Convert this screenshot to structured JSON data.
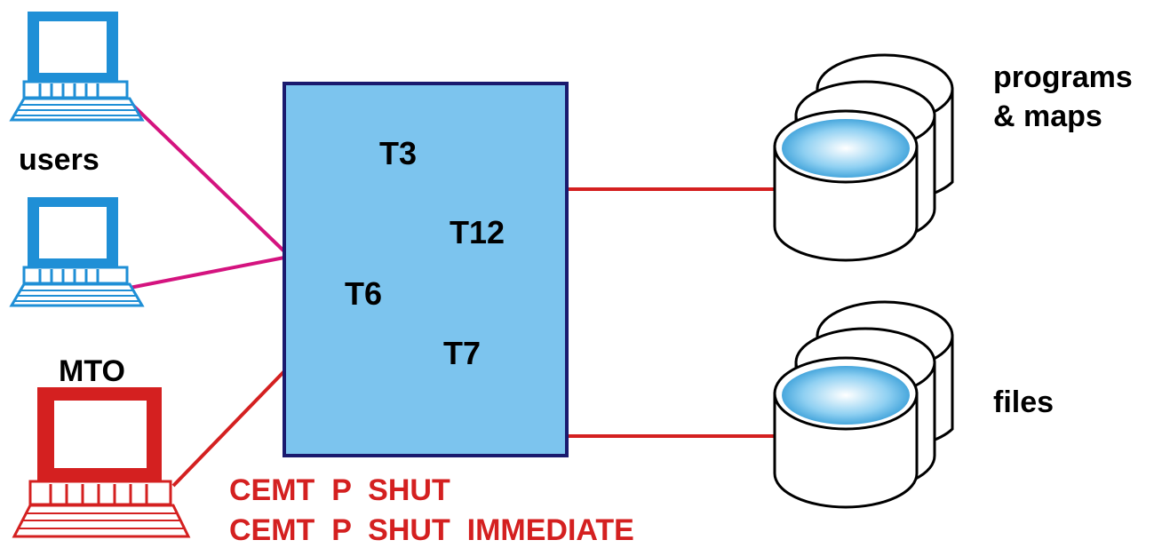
{
  "colors": {
    "region_fill": "#7cc4ee",
    "region_border": "#1a1a6e",
    "user_terminal": "#1f8fd6",
    "mto_terminal": "#d42020",
    "user_link": "#d4137f",
    "mto_link": "#d42020",
    "storage_link": "#d42020",
    "disk_top": "#1e8fd0",
    "command_text": "#d42020"
  },
  "labels": {
    "users": "users",
    "mto": "MTO",
    "programs_maps_line1": "programs",
    "programs_maps_line2": "& maps",
    "files": "files"
  },
  "region": {
    "transactions": [
      "T3",
      "T12",
      "T6",
      "T7"
    ]
  },
  "commands": [
    "CEMT  P  SHUT",
    "CEMT  P  SHUT  IMMEDIATE"
  ],
  "icons": {
    "user_terminal_1": "computer-terminal-icon",
    "user_terminal_2": "computer-terminal-icon",
    "mto_terminal": "computer-terminal-icon",
    "programs_storage": "disk-stack-icon",
    "files_storage": "disk-stack-icon"
  }
}
